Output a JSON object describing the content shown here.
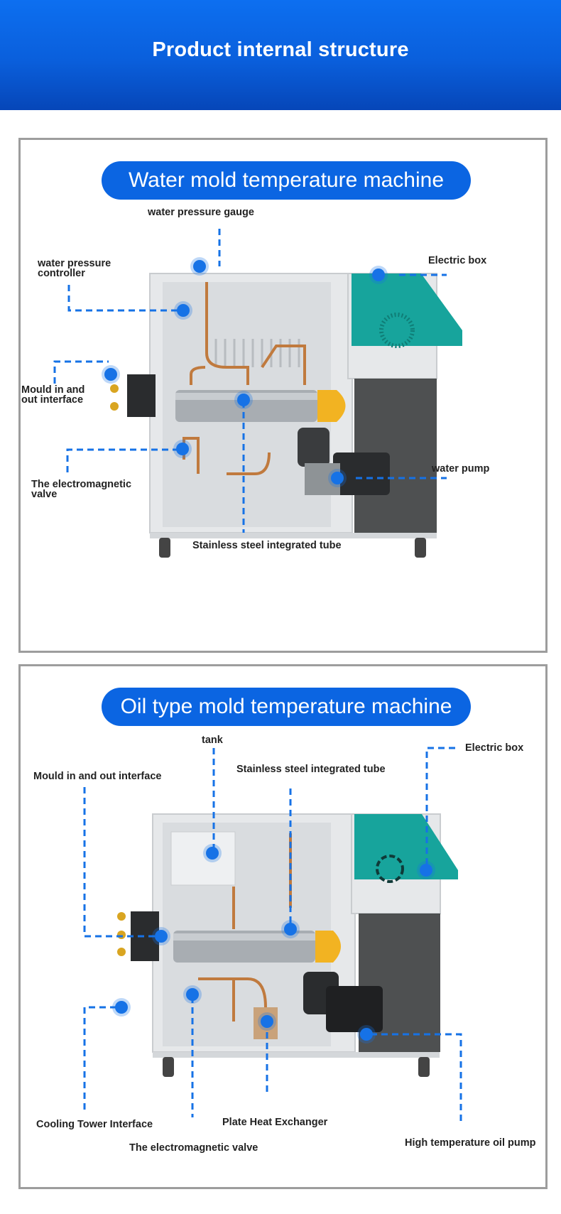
{
  "header": {
    "title": "Product internal structure"
  },
  "water_machine": {
    "title": "Water mold temperature machine",
    "labels": {
      "gauge": "water pressure gauge",
      "controller_1": "water pressure",
      "controller_2": "controller",
      "electric_box": "Electric box",
      "mould_1": "Mould in and",
      "mould_2": "out interface",
      "valve_1": "The electromagnetic",
      "valve_2": "valve",
      "pump": "water pump",
      "tube": "Stainless steel integrated tube"
    }
  },
  "oil_machine": {
    "title": "Oil type mold temperature machine",
    "labels": {
      "tank": "tank",
      "electric_box": "Electric box",
      "mould": "Mould in and out interface",
      "tube": "Stainless steel integrated tube",
      "cooling": "Cooling Tower Interface",
      "plate": "Plate Heat Exchanger",
      "valve": "The electromagnetic valve",
      "oil_pump": "High temperature oil pump"
    }
  },
  "colors": {
    "header_blue": "#0b65e2",
    "leader_blue": "#1672e6",
    "teal": "#1aa19a",
    "frame_gray": "#9d9d9d"
  }
}
